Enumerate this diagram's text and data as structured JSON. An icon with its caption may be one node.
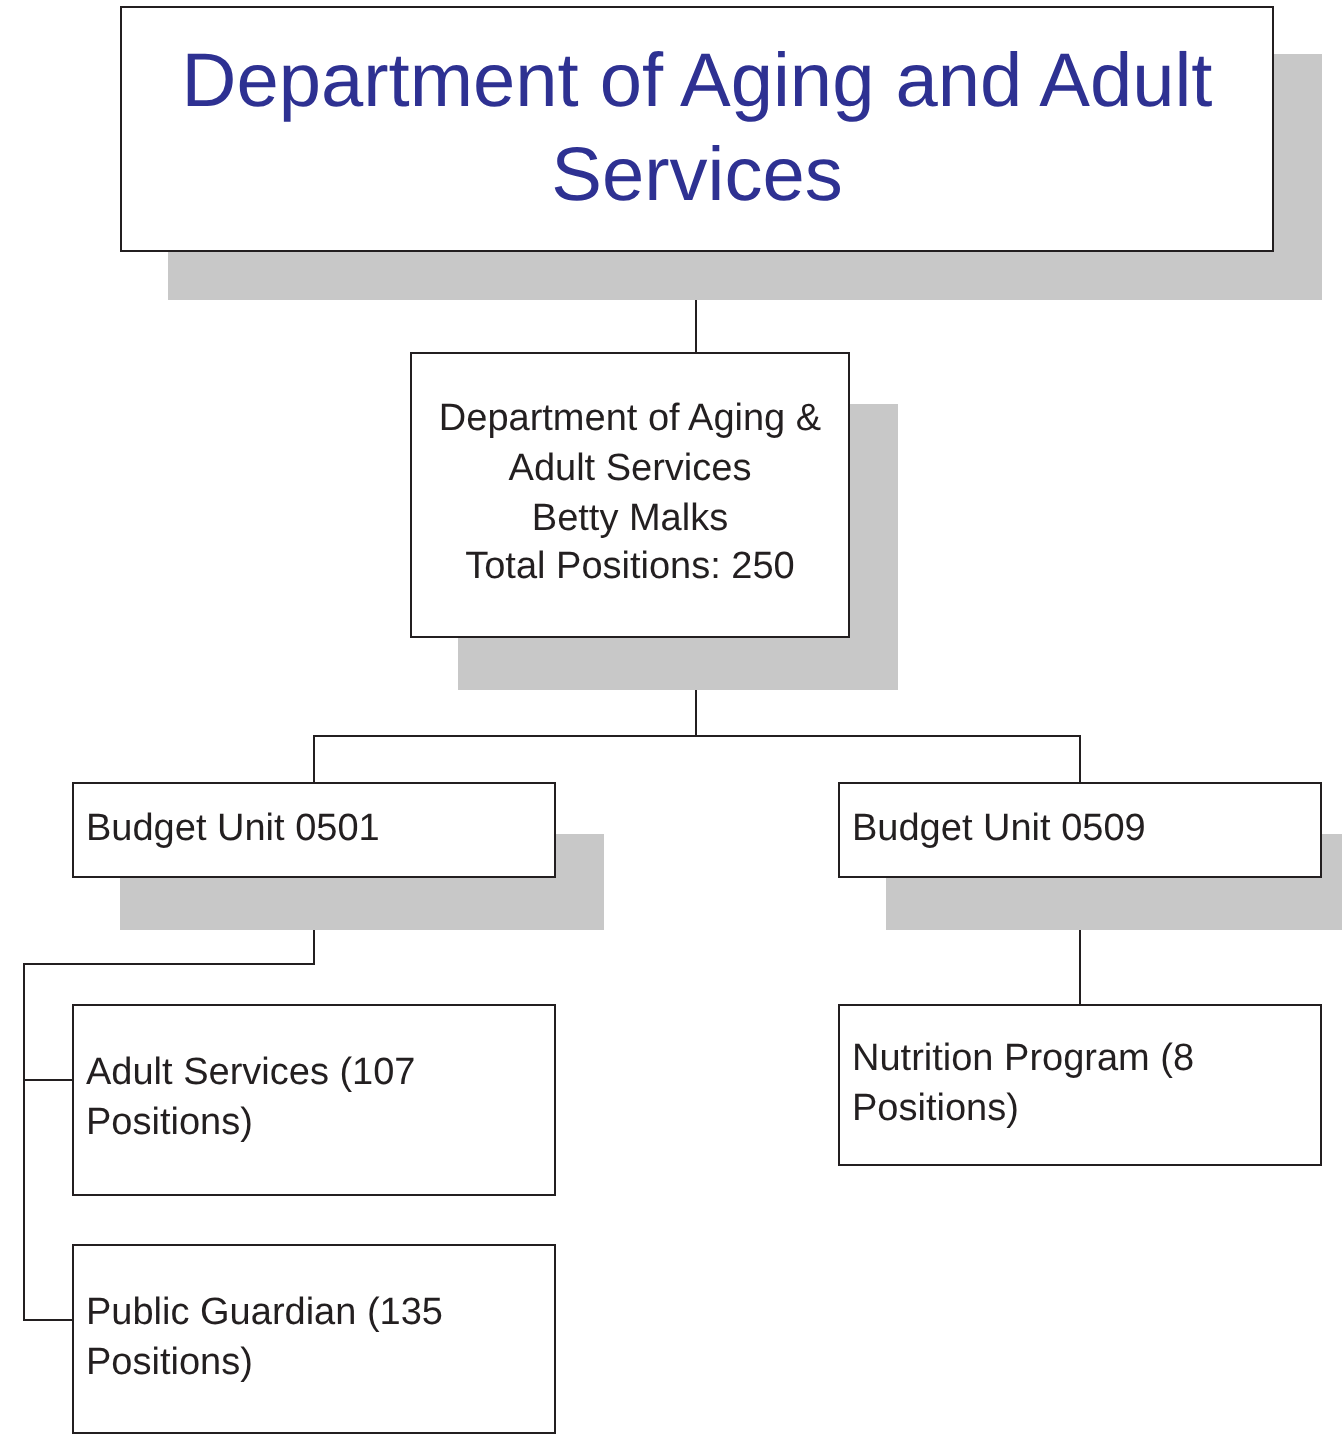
{
  "diagram": {
    "nodes": [
      {
        "text": [
          "Department of Aging and Adult Services"
        ]
      },
      {
        "text": [
          "Department of Aging & Adult Services",
          "Betty Malks",
          "Total Positions: 250"
        ]
      },
      {
        "text": [
          "Budget Unit 0501"
        ]
      },
      {
        "text": [
          "Budget Unit 0509"
        ]
      },
      {
        "text": [
          "Adult Services (107 Positions)"
        ]
      },
      {
        "text": [
          "Public Guardian (135 Positions)"
        ]
      },
      {
        "text": [
          "Nutrition Program (8 Positions)"
        ]
      }
    ],
    "edges": [
      {
        "from": 0,
        "to": 1,
        "arrow": "none"
      },
      {
        "from": 1,
        "to": 2,
        "arrow": "none"
      },
      {
        "from": 1,
        "to": 3,
        "arrow": "none"
      },
      {
        "from": 2,
        "to": 4,
        "arrow": "none"
      },
      {
        "from": 2,
        "to": 5,
        "arrow": "none"
      },
      {
        "from": 3,
        "to": 6,
        "arrow": "none"
      }
    ]
  }
}
